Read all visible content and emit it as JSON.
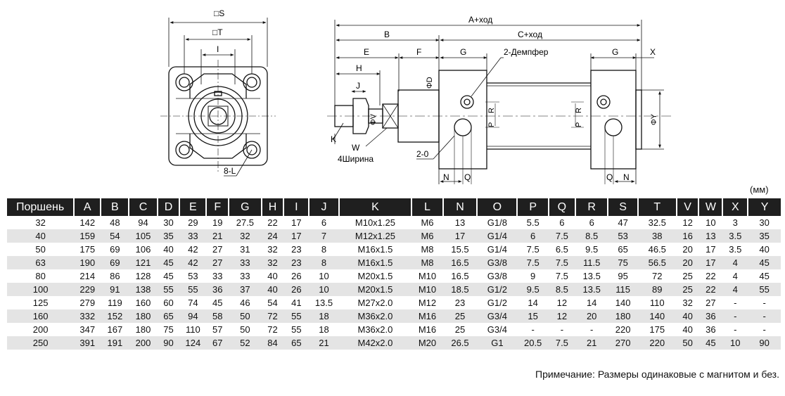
{
  "drawing": {
    "front_labels": {
      "s": "□S",
      "t": "□T",
      "i": "I",
      "holes": "8-L"
    },
    "side_labels": {
      "a": "A+ход",
      "b": "B",
      "c": "C+ход",
      "e": "E",
      "f": "F",
      "g_left": "G",
      "g_right": "G",
      "x": "X",
      "h": "H",
      "j": "J",
      "k": "K",
      "w": "W",
      "width": "4Ширина",
      "damper": "2-Демпфер",
      "port": "2-0",
      "phi_d": "ΦD",
      "phi_v": "ΦV",
      "phi_y": "ΦY",
      "p_left": "P",
      "r_left": "R",
      "p_right": "P",
      "r_right": "R",
      "n_left": "N",
      "q_left": "Q",
      "q_right": "Q",
      "n_right": "N"
    }
  },
  "unit": "(мм)",
  "table": {
    "headers": [
      "Поршень",
      "A",
      "B",
      "C",
      "D",
      "E",
      "F",
      "G",
      "H",
      "I",
      "J",
      "K",
      "L",
      "N",
      "O",
      "P",
      "Q",
      "R",
      "S",
      "T",
      "V",
      "W",
      "X",
      "Y"
    ],
    "rows": [
      [
        "32",
        "142",
        "48",
        "94",
        "30",
        "29",
        "19",
        "27.5",
        "22",
        "17",
        "6",
        "M10x1.25",
        "M6",
        "13",
        "G1/8",
        "5.5",
        "6",
        "6",
        "47",
        "32.5",
        "12",
        "10",
        "3",
        "30"
      ],
      [
        "40",
        "159",
        "54",
        "105",
        "35",
        "33",
        "21",
        "32",
        "24",
        "17",
        "7",
        "M12x1.25",
        "M6",
        "17",
        "G1/4",
        "6",
        "7.5",
        "8.5",
        "53",
        "38",
        "16",
        "13",
        "3.5",
        "35"
      ],
      [
        "50",
        "175",
        "69",
        "106",
        "40",
        "42",
        "27",
        "31",
        "32",
        "23",
        "8",
        "M16x1.5",
        "M8",
        "15.5",
        "G1/4",
        "7.5",
        "6.5",
        "9.5",
        "65",
        "46.5",
        "20",
        "17",
        "3.5",
        "40"
      ],
      [
        "63",
        "190",
        "69",
        "121",
        "45",
        "42",
        "27",
        "33",
        "32",
        "23",
        "8",
        "M16x1.5",
        "M8",
        "16.5",
        "G3/8",
        "7.5",
        "7.5",
        "11.5",
        "75",
        "56.5",
        "20",
        "17",
        "4",
        "45"
      ],
      [
        "80",
        "214",
        "86",
        "128",
        "45",
        "53",
        "33",
        "33",
        "40",
        "26",
        "10",
        "M20x1.5",
        "M10",
        "16.5",
        "G3/8",
        "9",
        "7.5",
        "13.5",
        "95",
        "72",
        "25",
        "22",
        "4",
        "45"
      ],
      [
        "100",
        "229",
        "91",
        "138",
        "55",
        "55",
        "36",
        "37",
        "40",
        "26",
        "10",
        "M20x1.5",
        "M10",
        "18.5",
        "G1/2",
        "9.5",
        "8.5",
        "13.5",
        "115",
        "89",
        "25",
        "22",
        "4",
        "55"
      ],
      [
        "125",
        "279",
        "119",
        "160",
        "60",
        "74",
        "45",
        "46",
        "54",
        "41",
        "13.5",
        "M27x2.0",
        "M12",
        "23",
        "G1/2",
        "14",
        "12",
        "14",
        "140",
        "110",
        "32",
        "27",
        "-",
        "-"
      ],
      [
        "160",
        "332",
        "152",
        "180",
        "65",
        "94",
        "58",
        "50",
        "72",
        "55",
        "18",
        "M36x2.0",
        "M16",
        "25",
        "G3/4",
        "15",
        "12",
        "20",
        "180",
        "140",
        "40",
        "36",
        "-",
        "-"
      ],
      [
        "200",
        "347",
        "167",
        "180",
        "75",
        "110",
        "57",
        "50",
        "72",
        "55",
        "18",
        "M36x2.0",
        "M16",
        "25",
        "G3/4",
        "-",
        "-",
        "-",
        "220",
        "175",
        "40",
        "36",
        "-",
        "-"
      ],
      [
        "250",
        "391",
        "191",
        "200",
        "90",
        "124",
        "67",
        "52",
        "84",
        "65",
        "21",
        "M42x2.0",
        "M20",
        "26.5",
        "G1",
        "20.5",
        "7.5",
        "21",
        "270",
        "220",
        "50",
        "45",
        "10",
        "90"
      ]
    ]
  },
  "note": "Примечание: Размеры одинаковые с магнитом и без."
}
